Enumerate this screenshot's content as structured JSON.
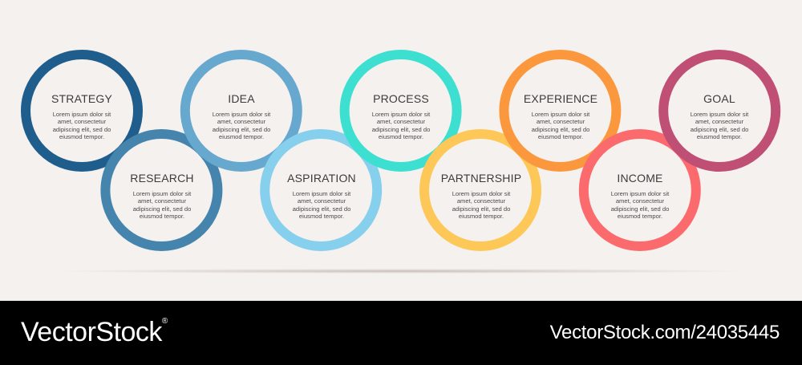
{
  "steps": [
    {
      "title": "STRATEGY",
      "text": "Lorem ipsum dolor sit amet, consectetur adipiscing elit, sed do eiusmod tempor.",
      "color": "#1f5e8c"
    },
    {
      "title": "RESEARCH",
      "text": "Lorem ipsum dolor sit amet, consectetur adipiscing elit, sed do eiusmod tempor.",
      "color": "#4585ad"
    },
    {
      "title": "IDEA",
      "text": "Lorem ipsum dolor sit amet, consectetur adipiscing elit, sed do eiusmod tempor.",
      "color": "#67a8cf"
    },
    {
      "title": "ASPIRATION",
      "text": "Lorem ipsum dolor sit amet, consectetur adipiscing elit, sed do eiusmod tempor.",
      "color": "#86d0ee"
    },
    {
      "title": "PROCESS",
      "text": "Lorem ipsum dolor sit amet, consectetur adipiscing elit, sed do eiusmod tempor.",
      "color": "#3ddfd1"
    },
    {
      "title": "PARTNERSHIP",
      "text": "Lorem ipsum dolor sit amet, consectetur adipiscing elit, sed do eiusmod tempor.",
      "color": "#fdc857"
    },
    {
      "title": "EXPERIENCE",
      "text": "Lorem ipsum dolor sit amet, consectetur adipiscing elit, sed do eiusmod tempor.",
      "color": "#fb983e"
    },
    {
      "title": "INCOME",
      "text": "Lorem ipsum dolor sit amet, consectetur adipiscing elit, sed do eiusmod tempor.",
      "color": "#fb6b6d"
    },
    {
      "title": "GOAL",
      "text": "Lorem ipsum dolor sit amet, consectetur adipiscing elit, sed do eiusmod tempor.",
      "color": "#c04f76"
    }
  ],
  "footer": {
    "brand": "VectorStock",
    "brand_mark": "®",
    "image_ref": "VectorStock.com/24035445"
  }
}
